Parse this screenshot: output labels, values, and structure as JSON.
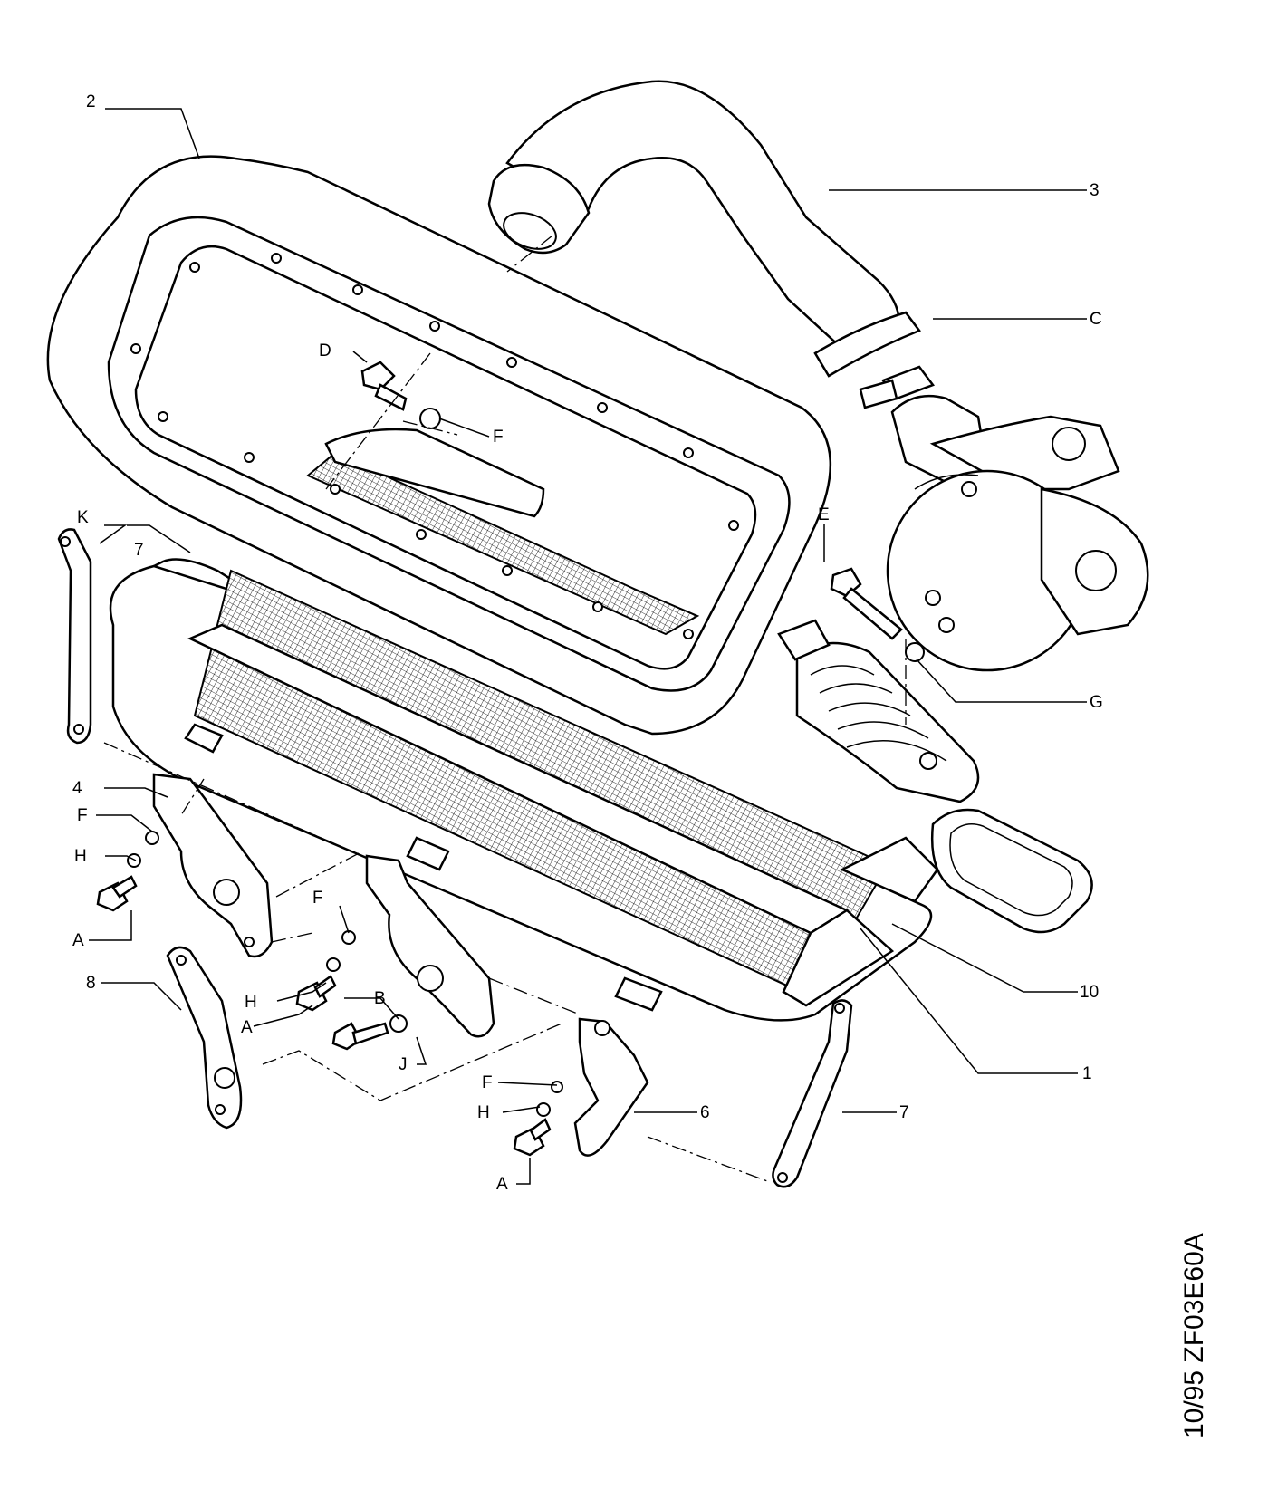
{
  "labels": {
    "l1": "1",
    "l2": "2",
    "l3": "3",
    "l4": "4",
    "l6": "6",
    "l7a": "7",
    "l7b": "7",
    "l8": "8",
    "l10": "10",
    "A1": "A",
    "A2": "A",
    "A3": "A",
    "B": "B",
    "C": "C",
    "D": "D",
    "E": "E",
    "F1": "F",
    "F2": "F",
    "F3": "F",
    "F4": "F",
    "G": "G",
    "H1": "H",
    "H2": "H",
    "H3": "H",
    "J": "J",
    "K": "K"
  },
  "reference_code": "10/95 ZF03E60A"
}
